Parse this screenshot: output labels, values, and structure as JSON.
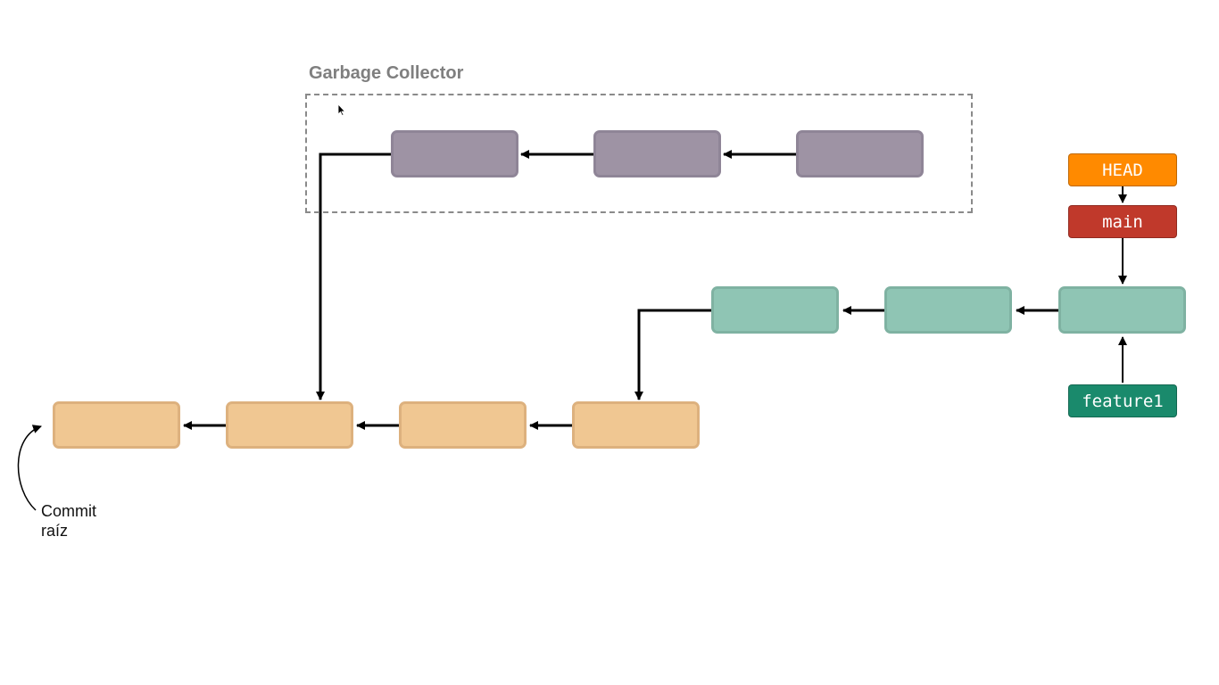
{
  "diagram": {
    "garbage_collector": {
      "title": "Garbage Collector",
      "commits": [
        {
          "id": "gc-1",
          "label": ""
        },
        {
          "id": "gc-2",
          "label": ""
        },
        {
          "id": "gc-3",
          "label": ""
        }
      ]
    },
    "feature_commits": [
      {
        "id": "f-1",
        "label": ""
      },
      {
        "id": "f-2",
        "label": ""
      },
      {
        "id": "f-3",
        "label": ""
      }
    ],
    "base_commits": [
      {
        "id": "b-1",
        "label": ""
      },
      {
        "id": "b-2",
        "label": ""
      },
      {
        "id": "b-3",
        "label": ""
      },
      {
        "id": "b-4",
        "label": ""
      }
    ],
    "refs": {
      "head": {
        "label": "HEAD",
        "color": "#ff8a00"
      },
      "main": {
        "label": "main",
        "color": "#c0392b"
      },
      "feature": {
        "label": "feature1",
        "color": "#1a8a6c"
      }
    },
    "root_annotation": {
      "line1": "Commit",
      "line2": "raíz"
    },
    "colors": {
      "orphan_commit": "#9e93a4",
      "feature_commit": "#8fc5b4",
      "base_commit": "#f0c792",
      "arrow": "#000000",
      "dashed_border": "#8a8a8a",
      "gc_title": "#7f7f7f"
    }
  }
}
